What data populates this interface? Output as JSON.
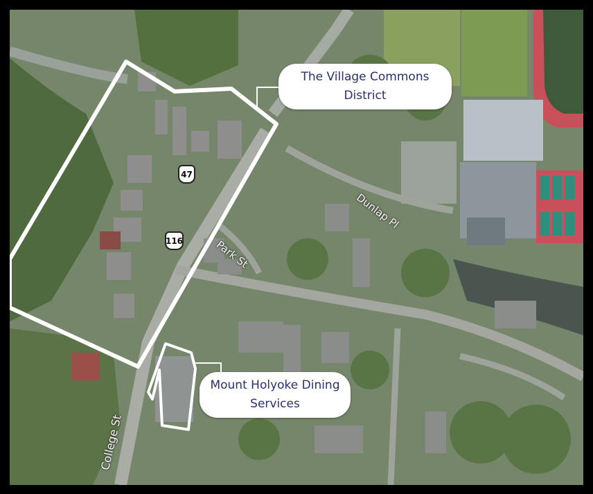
{
  "map": {
    "callouts": {
      "village_commons": [
        "The Village Commons",
        "District"
      ],
      "dining": [
        "Mount Holyoke Dining",
        "Services"
      ]
    },
    "roads": {
      "dunlap": "Dunlap Pl",
      "park": "Park St",
      "college": "College St"
    },
    "route_shields": {
      "route_47": "47",
      "route_116": "116"
    },
    "colors": {
      "outline": "#ffffff",
      "callout_text": "#2b2f6e",
      "track": "#c8505a",
      "tennis_courts": "#2f8f7e"
    }
  }
}
